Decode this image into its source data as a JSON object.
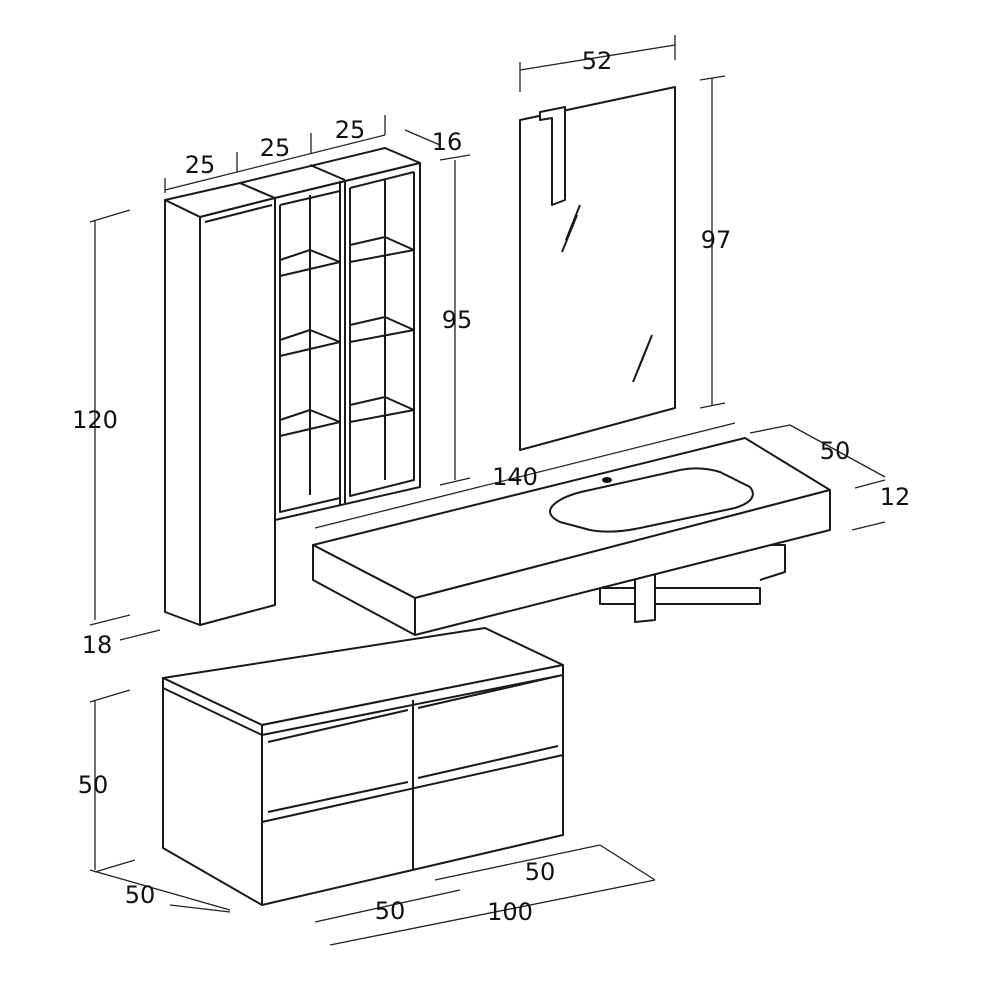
{
  "dimensions": {
    "shelf_width_1": "25",
    "shelf_width_2": "25",
    "shelf_width_3": "25",
    "shelf_depth": "16",
    "mirror_width": "52",
    "mirror_height": "97",
    "shelf_height": "95",
    "column_height": "120",
    "column_depth": "18",
    "top_width": "140",
    "top_depth": "50",
    "top_thickness": "12",
    "base_height": "50",
    "base_depth": "50",
    "drawer_width_right": "50",
    "drawer_width_left": "50",
    "base_width": "100"
  }
}
